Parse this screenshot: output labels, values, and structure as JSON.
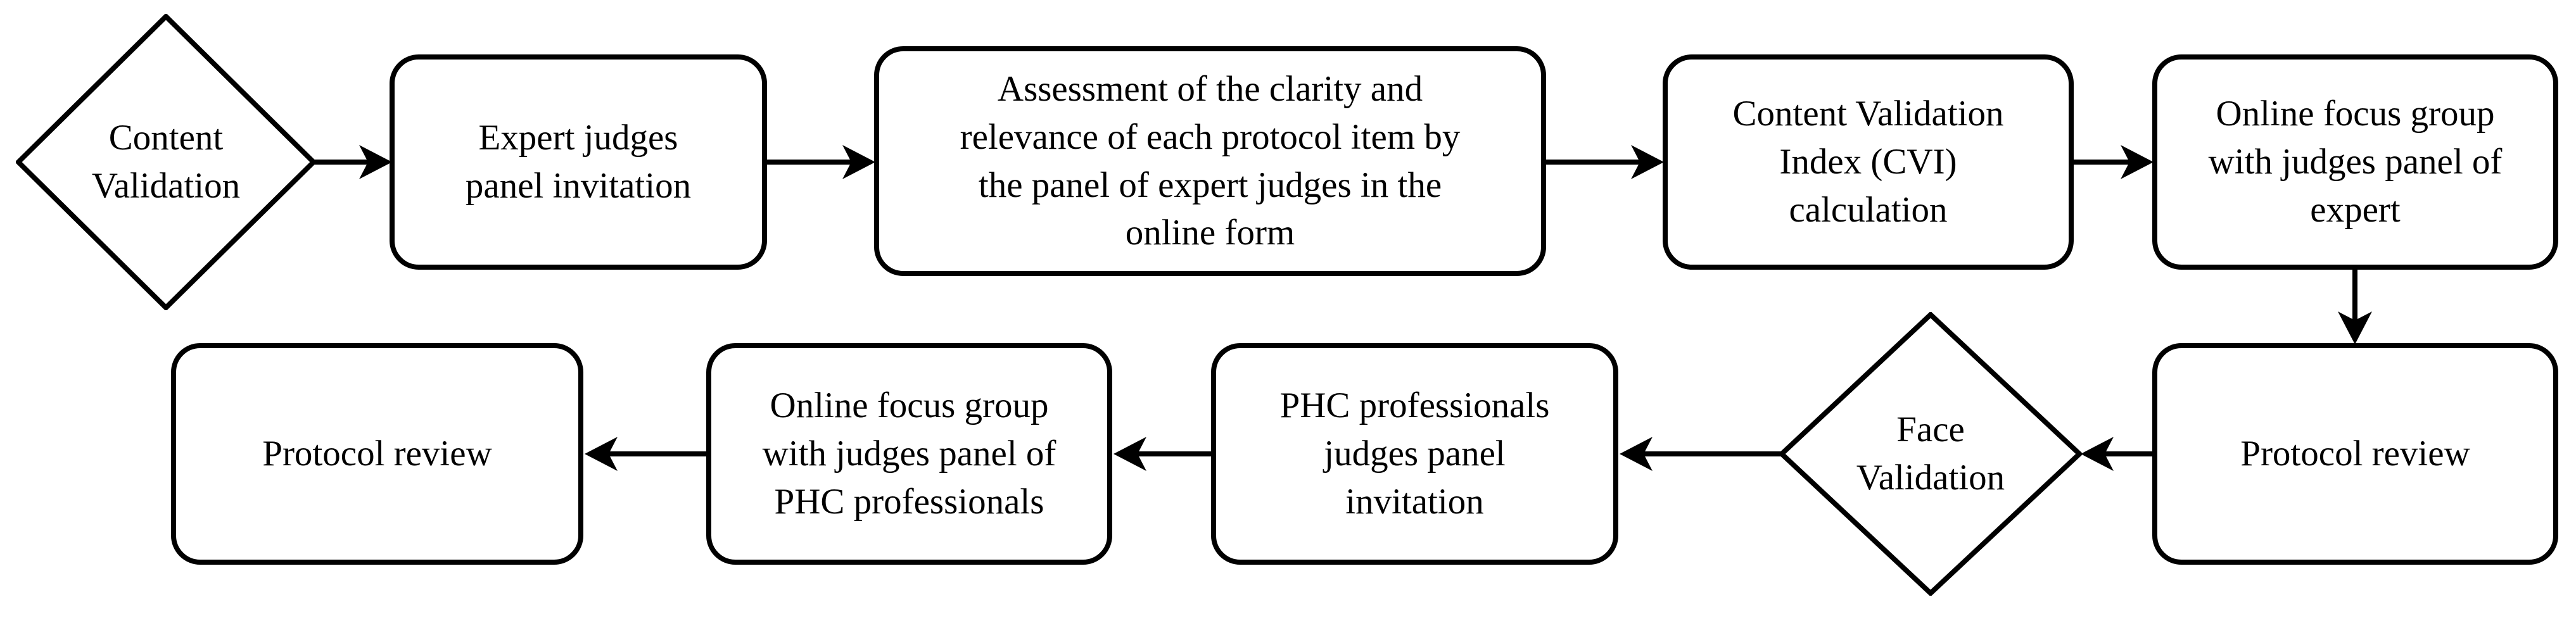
{
  "flowchart": {
    "background_color": "#ffffff",
    "line_color": "#000000",
    "text_color": "#000000",
    "nodes": [
      {
        "id": "content-validation",
        "shape": "diamond",
        "label": "Content\nValidation"
      },
      {
        "id": "expert-judges-panel-invitation",
        "shape": "process",
        "label": "Expert judges\npanel invitation"
      },
      {
        "id": "clarity-relevance-assessment",
        "shape": "process",
        "label": "Assessment of the clarity and\nrelevance of each protocol item by\nthe panel of expert judges in the\nonline form"
      },
      {
        "id": "cvi-calculation",
        "shape": "process",
        "label": "Content Validation\nIndex (CVI)\ncalculation"
      },
      {
        "id": "online-focus-group-experts",
        "shape": "process",
        "label": "Online focus group\nwith judges panel of\nexpert"
      },
      {
        "id": "protocol-review-first",
        "shape": "process",
        "label": "Protocol review"
      },
      {
        "id": "face-validation",
        "shape": "diamond",
        "label": "Face\nValidation"
      },
      {
        "id": "phc-judges-panel-invitation",
        "shape": "process",
        "label": "PHC professionals\njudges panel\ninvitation"
      },
      {
        "id": "online-focus-group-phc",
        "shape": "process",
        "label": "Online focus group\nwith judges panel of\nPHC professionals"
      },
      {
        "id": "protocol-review-final",
        "shape": "process",
        "label": "Protocol review"
      }
    ],
    "connections": [
      {
        "from": "content-validation",
        "to": "expert-judges-panel-invitation",
        "direction": "right"
      },
      {
        "from": "expert-judges-panel-invitation",
        "to": "clarity-relevance-assessment",
        "direction": "right"
      },
      {
        "from": "clarity-relevance-assessment",
        "to": "cvi-calculation",
        "direction": "right"
      },
      {
        "from": "cvi-calculation",
        "to": "online-focus-group-experts",
        "direction": "right"
      },
      {
        "from": "online-focus-group-experts",
        "to": "protocol-review-first",
        "direction": "down"
      },
      {
        "from": "protocol-review-first",
        "to": "face-validation",
        "direction": "left"
      },
      {
        "from": "face-validation",
        "to": "phc-judges-panel-invitation",
        "direction": "left"
      },
      {
        "from": "phc-judges-panel-invitation",
        "to": "online-focus-group-phc",
        "direction": "left"
      },
      {
        "from": "online-focus-group-phc",
        "to": "protocol-review-final",
        "direction": "left"
      }
    ]
  }
}
